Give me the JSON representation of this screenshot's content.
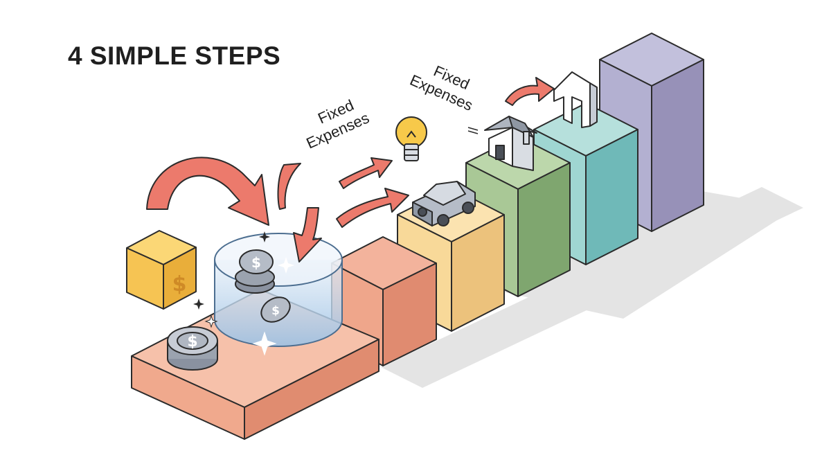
{
  "title": "4 SIMPLE STEPS",
  "labels": {
    "fixed_expenses_1": [
      "Fixed",
      "Expenses"
    ],
    "fixed_expenses_2": [
      "Fixed",
      "Expenses"
    ]
  },
  "icons": [
    "dollar-box-icon",
    "coin-jar-icon",
    "coin-stack-icon",
    "lightbulb-icon",
    "car-icon",
    "house-icon",
    "house-outline-icon",
    "sparkle-icon",
    "arrow-icon"
  ],
  "colors": {
    "step_1": "#e8937a",
    "step_2": "#f6d58f",
    "step_3": "#9dbe8c",
    "step_4": "#8fcfcd",
    "step_5": "#a9a6c8",
    "arrow": "#e5675c",
    "dollar_box": "#f4c24a",
    "coin": "#aab1bd"
  }
}
